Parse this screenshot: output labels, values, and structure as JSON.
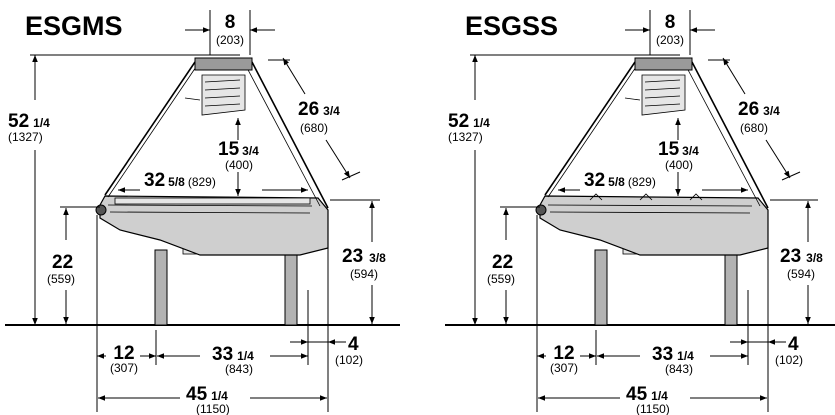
{
  "diagrams": [
    {
      "model": "ESGMS",
      "top_depth": {
        "in": "8",
        "mm": "(203)"
      },
      "total_height": {
        "in": "52",
        "frac": "1/4",
        "mm": "(1327)"
      },
      "glass_length": {
        "in": "26",
        "frac": "3/4",
        "mm": "(680)"
      },
      "shelf_height": {
        "in": "15",
        "frac": "3/4",
        "mm": "(400)"
      },
      "interior_width": {
        "in": "32",
        "frac": "5/8",
        "mm": "(829)"
      },
      "front_height": {
        "in": "22",
        "mm": "(559)"
      },
      "rear_height": {
        "in": "23",
        "frac": "3/8",
        "mm": "(594)"
      },
      "rear_offset": {
        "in": "4",
        "mm": "(102)"
      },
      "front_overhang": {
        "in": "12",
        "mm": "(307)"
      },
      "base_depth": {
        "in": "33",
        "frac": "1/4",
        "mm": "(843)"
      },
      "overall_depth": {
        "in": "45",
        "frac": "1/4",
        "mm": "(1150)"
      }
    },
    {
      "model": "ESGSS",
      "top_depth": {
        "in": "8",
        "mm": "(203)"
      },
      "total_height": {
        "in": "52",
        "frac": "1/4",
        "mm": "(1327)"
      },
      "glass_length": {
        "in": "26",
        "frac": "3/4",
        "mm": "(680)"
      },
      "shelf_height": {
        "in": "15",
        "frac": "3/4",
        "mm": "(400)"
      },
      "interior_width": {
        "in": "32",
        "frac": "5/8",
        "mm": "(829)"
      },
      "front_height": {
        "in": "22",
        "mm": "(559)"
      },
      "rear_height": {
        "in": "23",
        "frac": "3/8",
        "mm": "(594)"
      },
      "rear_offset": {
        "in": "4",
        "mm": "(102)"
      },
      "front_overhang": {
        "in": "12",
        "mm": "(307)"
      },
      "base_depth": {
        "in": "33",
        "frac": "1/4",
        "mm": "(843)"
      },
      "overall_depth": {
        "in": "45",
        "frac": "1/4",
        "mm": "(1150)"
      }
    }
  ]
}
